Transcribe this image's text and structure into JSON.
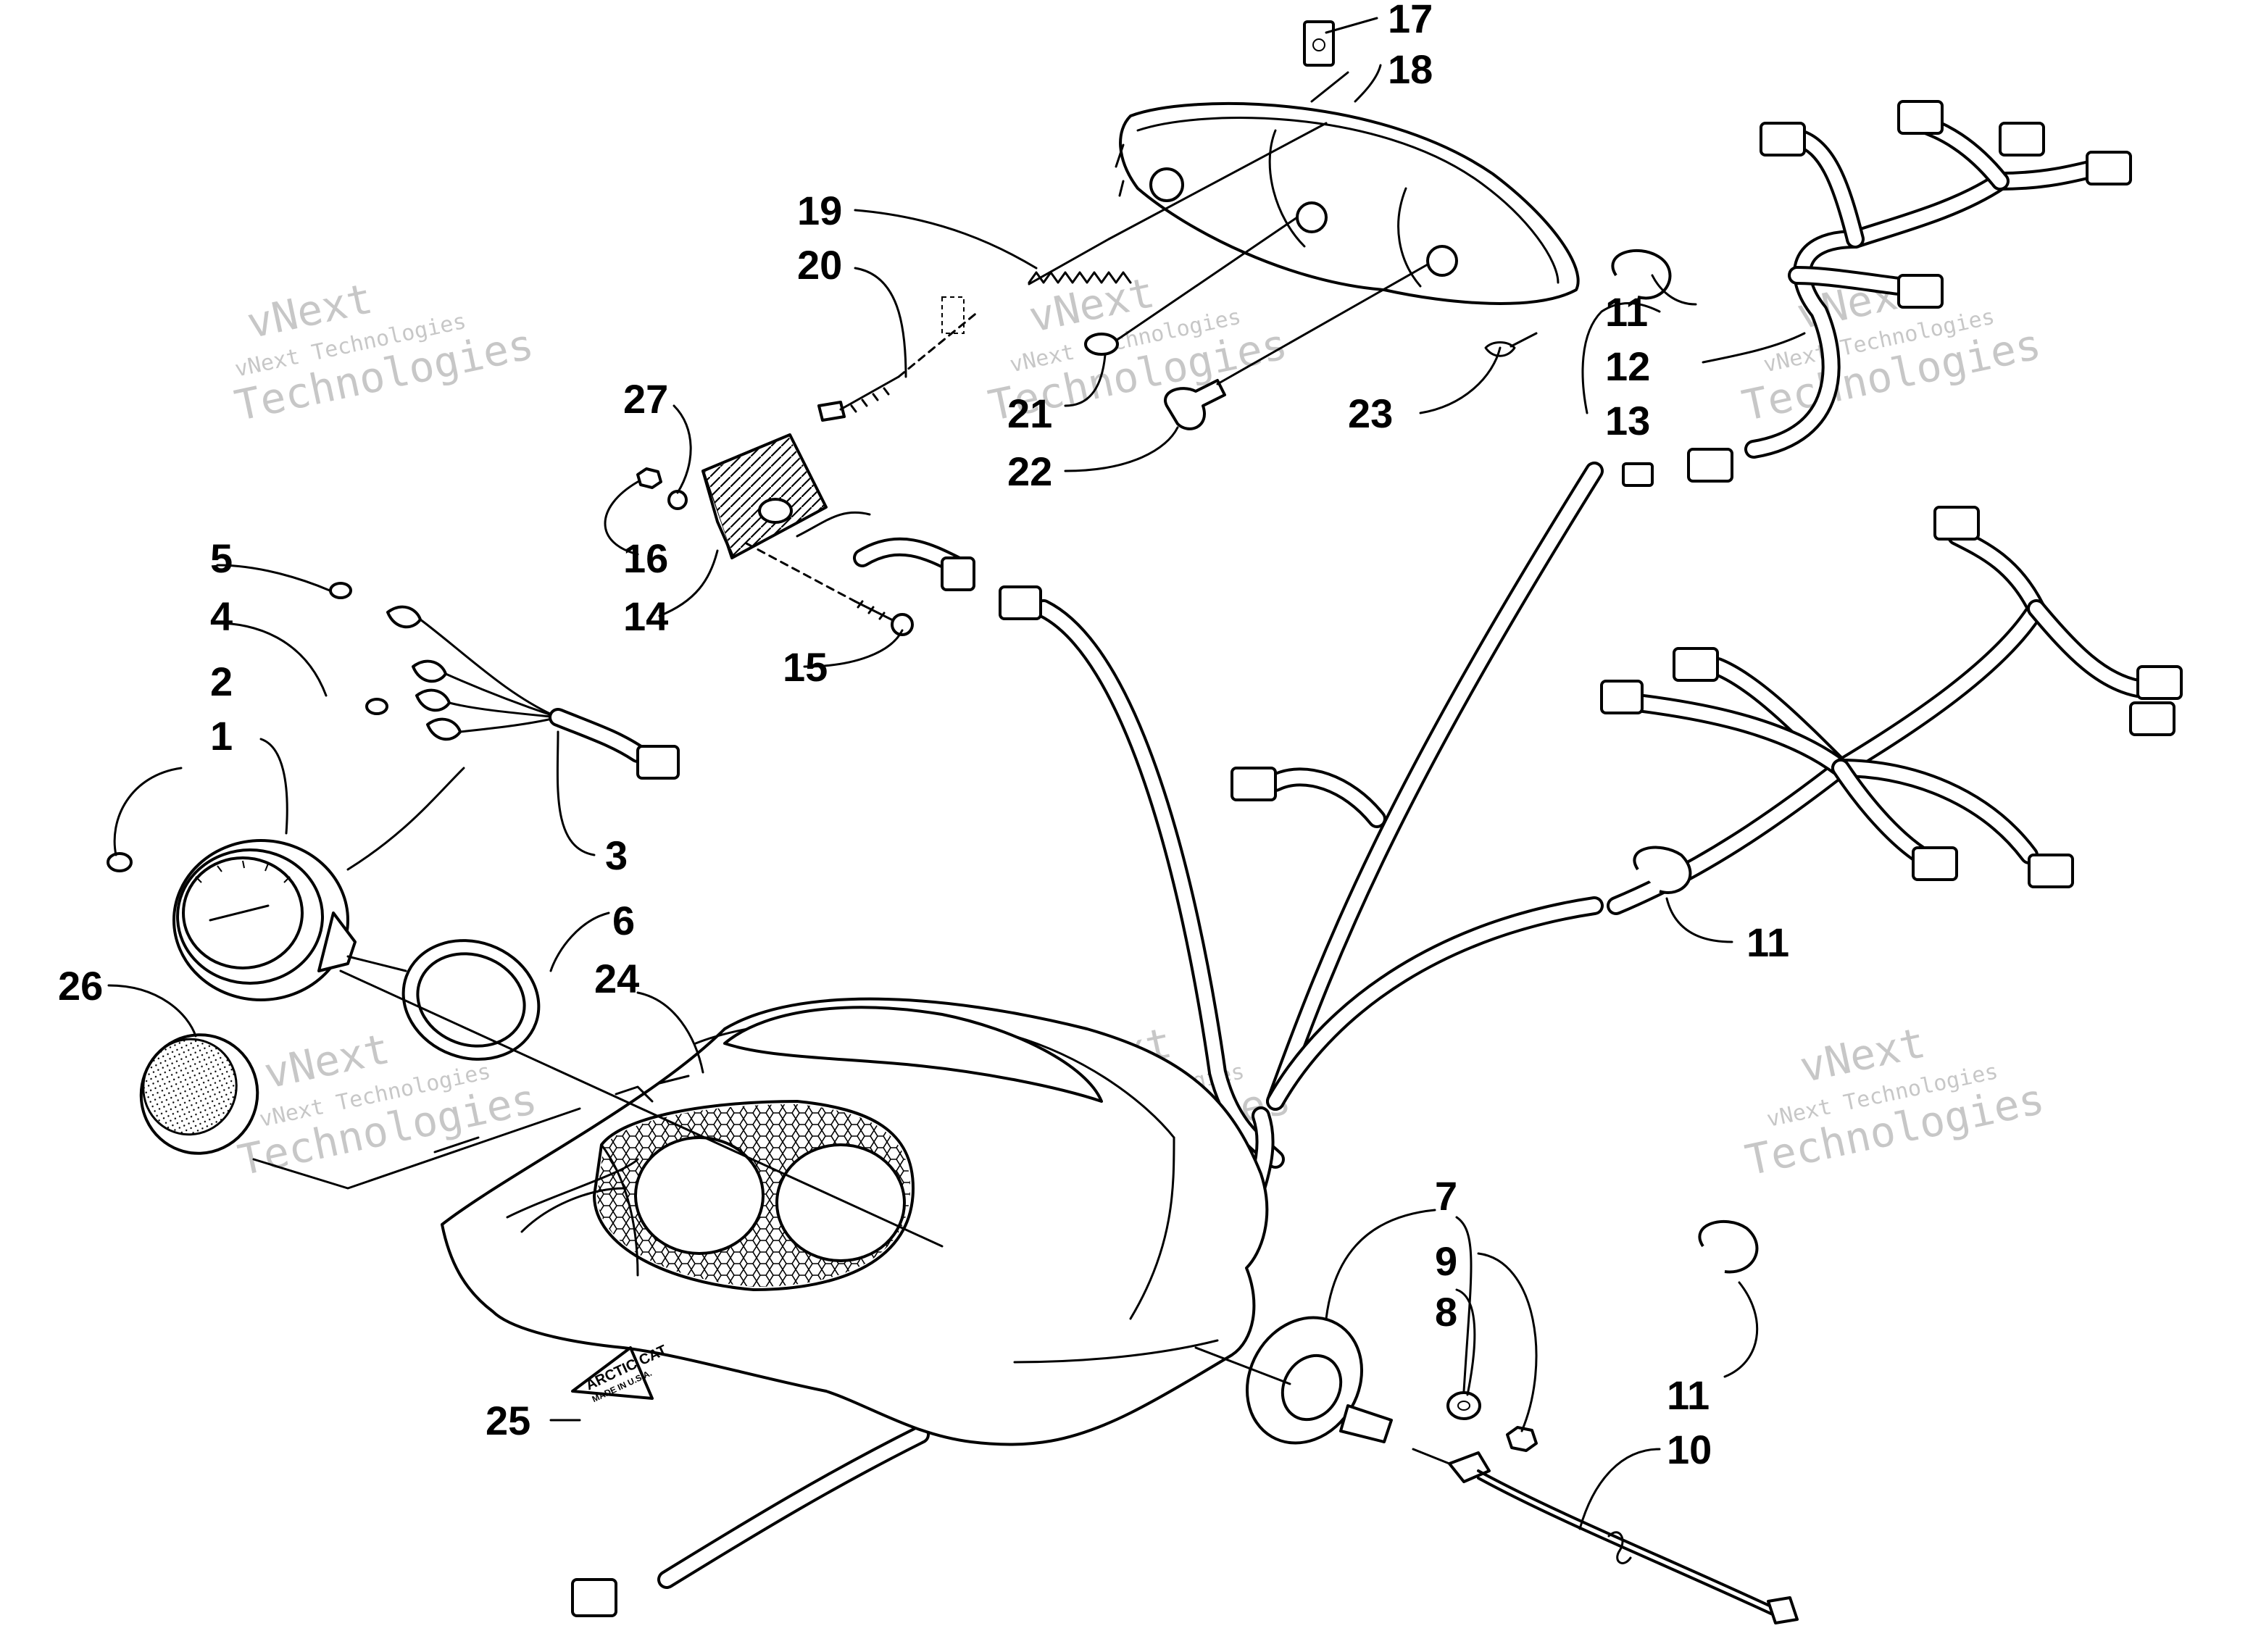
{
  "callouts": {
    "c1": "1",
    "c2": "2",
    "c3": "3",
    "c4": "4",
    "c5": "5",
    "c6": "6",
    "c7": "7",
    "c8": "8",
    "c9": "9",
    "c10": "10",
    "c11a": "11",
    "c11b": "11",
    "c11c": "11",
    "c12": "12",
    "c13": "13",
    "c14": "14",
    "c15": "15",
    "c16": "16",
    "c17": "17",
    "c18": "18",
    "c19": "19",
    "c20": "20",
    "c21": "21",
    "c22": "22",
    "c23": "23",
    "c24": "24",
    "c25": "25",
    "c26": "26",
    "c27": "27"
  },
  "watermark": {
    "line1": "vNext",
    "line2": "vNext Technologies",
    "line3": "Technologies"
  },
  "badge": {
    "brand": "ARCTIC CAT",
    "made_in": "MADE IN U.S.A."
  },
  "colors": {
    "ink": "#000000",
    "paper": "#ffffff",
    "watermark": "#9a9a9a"
  }
}
